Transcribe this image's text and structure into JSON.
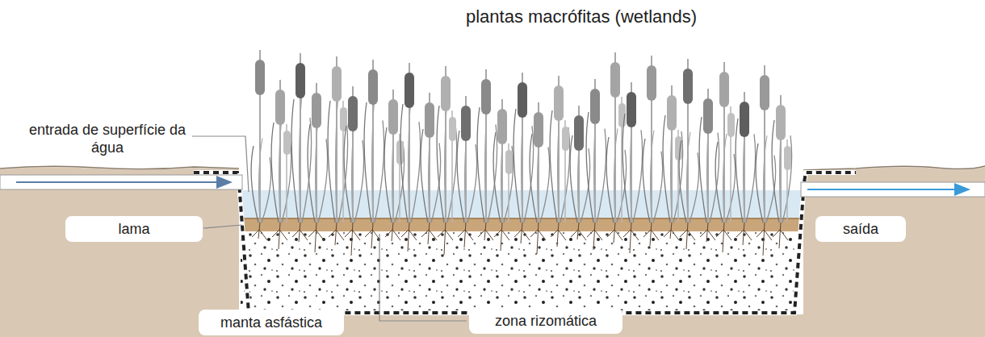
{
  "diagram": {
    "title": "plantas macrófitas (wetlands)",
    "nodes": [
      {
        "text": [
          "lama"
        ]
      },
      {
        "text": [
          "saída"
        ]
      },
      {
        "text": [
          "manta asfástica"
        ]
      },
      {
        "text": [
          "zona rizomática"
        ]
      }
    ],
    "labels": [
      "entrada de superfície da água"
    ]
  }
}
